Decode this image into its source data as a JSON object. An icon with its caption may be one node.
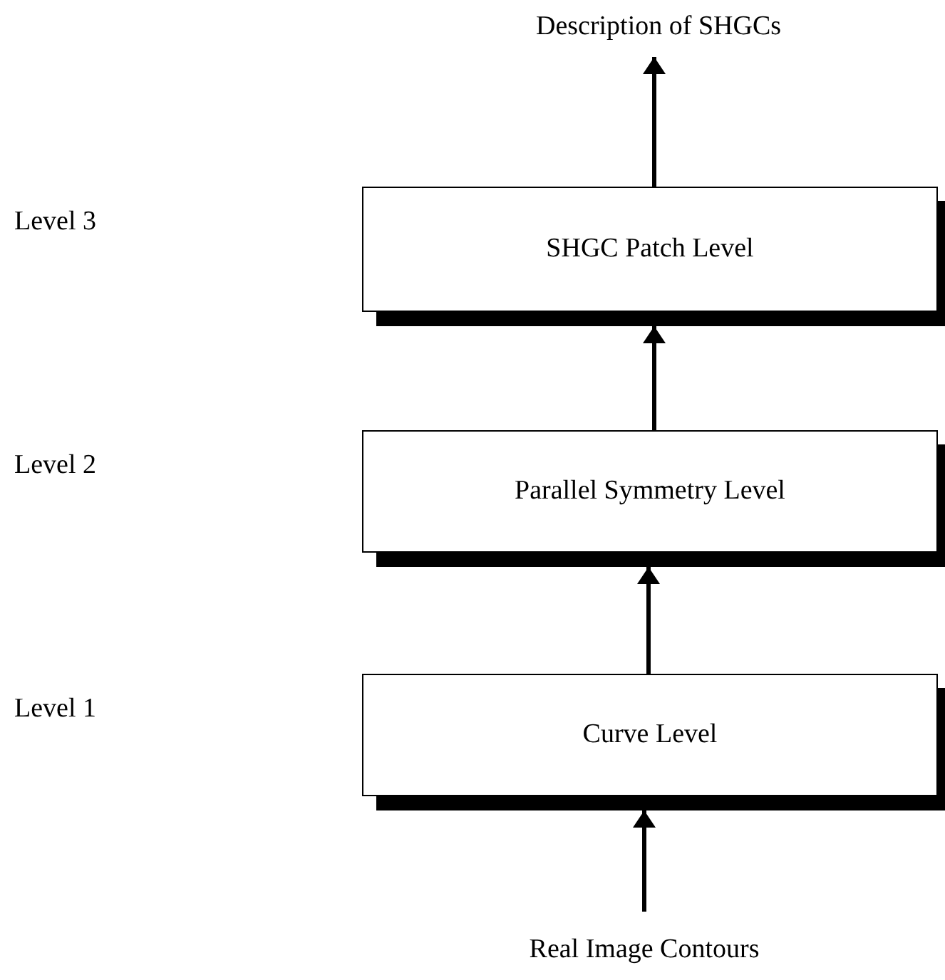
{
  "diagram": {
    "nodes": [
      {
        "text": [
          "Description of SHGCs"
        ]
      },
      {
        "text": [
          "SHGC Patch Level"
        ]
      },
      {
        "text": [
          "Parallel Symmetry Level"
        ]
      },
      {
        "text": [
          "Curve Level"
        ]
      },
      {
        "text": [
          "Real Image Contours"
        ]
      }
    ],
    "edges": [
      {
        "from": 4,
        "to": 3,
        "arrow": "to"
      },
      {
        "from": 3,
        "to": 2,
        "arrow": "to"
      },
      {
        "from": 2,
        "to": 1,
        "arrow": "to"
      },
      {
        "from": 1,
        "to": 0,
        "arrow": "to"
      }
    ],
    "labels": [
      "Level 3",
      "Level 2",
      "Level 1"
    ]
  }
}
